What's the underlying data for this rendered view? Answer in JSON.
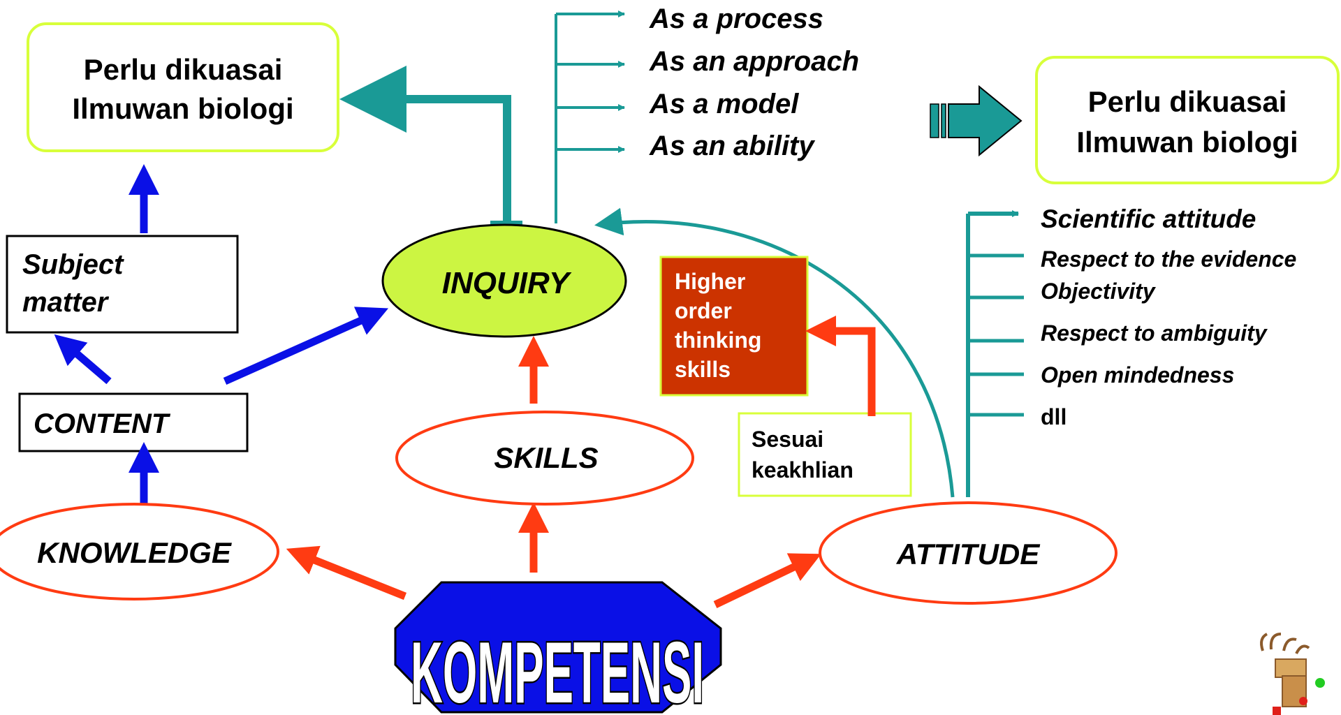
{
  "top_left_box": {
    "line1": "Perlu dikuasai",
    "line2": "Ilmuwan biologi"
  },
  "top_right_box": {
    "line1": "Perlu dikuasai",
    "line2": "Ilmuwan biologi"
  },
  "inquiry_aspects": [
    "As a process",
    "As an approach",
    "As a model",
    "As an ability"
  ],
  "subject_matter": {
    "line1": "Subject",
    "line2": "matter"
  },
  "content": "CONTENT",
  "inquiry": "INQUIRY",
  "skills": "SKILLS",
  "knowledge": "KNOWLEDGE",
  "attitude": "ATTITUDE",
  "kompetensi": "KOMPETENSI",
  "higher_order": [
    "Higher",
    "order",
    "thinking",
    "skills"
  ],
  "sesuai": {
    "line1": "Sesuai",
    "line2": "keakhlian"
  },
  "attitude_items": [
    "Scientific attitude",
    "Respect to the evidence",
    "Objectivity",
    "Respect to ambiguity",
    "Open mindedness",
    "dll"
  ],
  "colors": {
    "teal": "#1a9a96",
    "blue": "#0a10e6",
    "red_orange": "#ff3b12",
    "lime": "#d8ff3a",
    "inquiry_fill": "#ccf542",
    "higher_order_fill": "#cc3300",
    "kompetensi_fill": "#0a10e6"
  }
}
